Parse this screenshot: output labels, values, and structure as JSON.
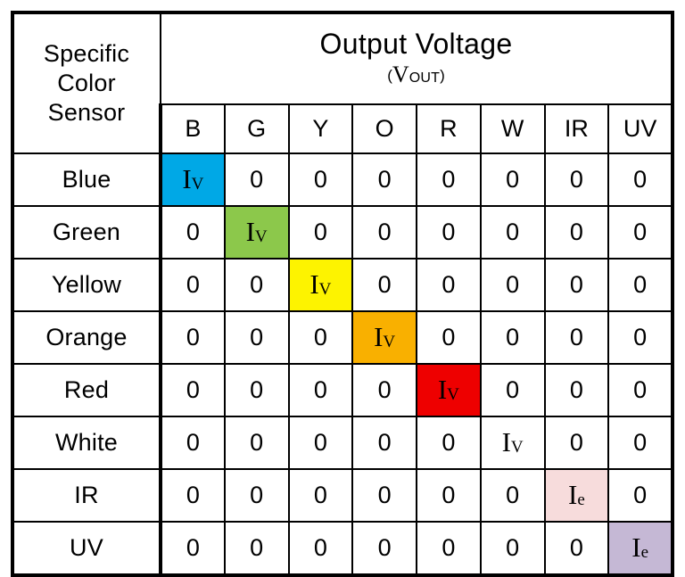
{
  "table": {
    "corner_label_lines": [
      "Specific",
      "Color",
      "Sensor"
    ],
    "header": {
      "title": "Output Voltage",
      "sub_open_paren": "(",
      "sub_symbol": "V",
      "sub_script": "OUT",
      "sub_close_paren": ")"
    },
    "columns": [
      "B",
      "G",
      "Y",
      "O",
      "R",
      "W",
      "IR",
      "UV"
    ],
    "rows": [
      {
        "label": "Blue",
        "fill": "#00a8e6",
        "values": [
          {
            "text": "Iv",
            "symbol": "I",
            "sub": "V",
            "active": true
          },
          {
            "text": "0",
            "active": false
          },
          {
            "text": "0",
            "active": false
          },
          {
            "text": "0",
            "active": false
          },
          {
            "text": "0",
            "active": false
          },
          {
            "text": "0",
            "active": false
          },
          {
            "text": "0",
            "active": false
          },
          {
            "text": "0",
            "active": false
          }
        ]
      },
      {
        "label": "Green",
        "fill": "#8cc84b",
        "values": [
          {
            "text": "0",
            "active": false
          },
          {
            "text": "Iv",
            "symbol": "I",
            "sub": "V",
            "active": true
          },
          {
            "text": "0",
            "active": false
          },
          {
            "text": "0",
            "active": false
          },
          {
            "text": "0",
            "active": false
          },
          {
            "text": "0",
            "active": false
          },
          {
            "text": "0",
            "active": false
          },
          {
            "text": "0",
            "active": false
          }
        ]
      },
      {
        "label": "Yellow",
        "fill": "#fdf300",
        "values": [
          {
            "text": "0",
            "active": false
          },
          {
            "text": "0",
            "active": false
          },
          {
            "text": "Iv",
            "symbol": "I",
            "sub": "V",
            "active": true
          },
          {
            "text": "0",
            "active": false
          },
          {
            "text": "0",
            "active": false
          },
          {
            "text": "0",
            "active": false
          },
          {
            "text": "0",
            "active": false
          },
          {
            "text": "0",
            "active": false
          }
        ]
      },
      {
        "label": "Orange",
        "fill": "#f9b000",
        "values": [
          {
            "text": "0",
            "active": false
          },
          {
            "text": "0",
            "active": false
          },
          {
            "text": "0",
            "active": false
          },
          {
            "text": "Iv",
            "symbol": "I",
            "sub": "V",
            "active": true
          },
          {
            "text": "0",
            "active": false
          },
          {
            "text": "0",
            "active": false
          },
          {
            "text": "0",
            "active": false
          },
          {
            "text": "0",
            "active": false
          }
        ]
      },
      {
        "label": "Red",
        "fill": "#ee0000",
        "values": [
          {
            "text": "0",
            "active": false
          },
          {
            "text": "0",
            "active": false
          },
          {
            "text": "0",
            "active": false
          },
          {
            "text": "0",
            "active": false
          },
          {
            "text": "Iv",
            "symbol": "I",
            "sub": "V",
            "active": true
          },
          {
            "text": "0",
            "active": false
          },
          {
            "text": "0",
            "active": false
          },
          {
            "text": "0",
            "active": false
          }
        ]
      },
      {
        "label": "White",
        "fill": "#ffffff",
        "values": [
          {
            "text": "0",
            "active": false
          },
          {
            "text": "0",
            "active": false
          },
          {
            "text": "0",
            "active": false
          },
          {
            "text": "0",
            "active": false
          },
          {
            "text": "0",
            "active": false
          },
          {
            "text": "Iv",
            "symbol": "I",
            "sub": "V",
            "active": true
          },
          {
            "text": "0",
            "active": false
          },
          {
            "text": "0",
            "active": false
          }
        ]
      },
      {
        "label": "IR",
        "fill": "#f7dcdc",
        "values": [
          {
            "text": "0",
            "active": false
          },
          {
            "text": "0",
            "active": false
          },
          {
            "text": "0",
            "active": false
          },
          {
            "text": "0",
            "active": false
          },
          {
            "text": "0",
            "active": false
          },
          {
            "text": "0",
            "active": false
          },
          {
            "text": "Ie",
            "symbol": "I",
            "sub": "e",
            "active": true
          },
          {
            "text": "0",
            "active": false
          }
        ]
      },
      {
        "label": "UV",
        "fill": "#c5b8d5",
        "values": [
          {
            "text": "0",
            "active": false
          },
          {
            "text": "0",
            "active": false
          },
          {
            "text": "0",
            "active": false
          },
          {
            "text": "0",
            "active": false
          },
          {
            "text": "0",
            "active": false
          },
          {
            "text": "0",
            "active": false
          },
          {
            "text": "0",
            "active": false
          },
          {
            "text": "Ie",
            "symbol": "I",
            "sub": "e",
            "active": true
          }
        ]
      }
    ]
  },
  "colors": {
    "corner_bg": "#eaeedc",
    "header_bg": "#bdd0ec",
    "grid_line": "#000000",
    "page_bg": "#ffffff"
  }
}
